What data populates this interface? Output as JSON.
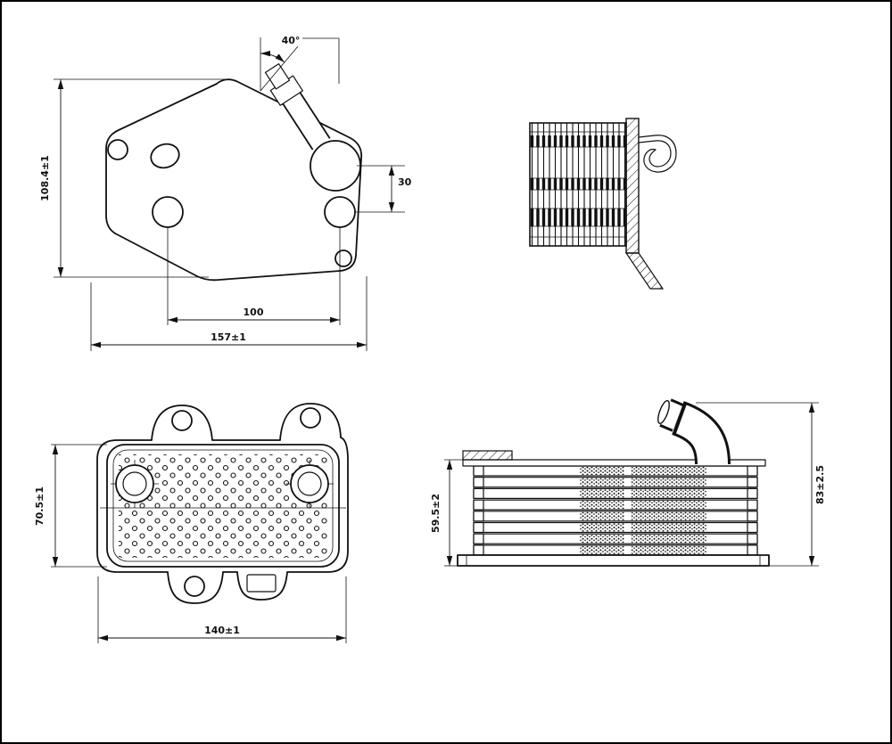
{
  "drawing": {
    "colors": {
      "ink": "#111111",
      "background": "#ffffff"
    },
    "labels": {
      "v1_angle": "40°",
      "v1_height": "108.4±1",
      "v1_port_offset": "30",
      "v1_hole_spacing": "100",
      "v1_width": "157±1",
      "v3_height": "70.5±1",
      "v3_width": "140±1",
      "v4_core_height": "59.5±2",
      "v4_total_height": "83±2.5"
    }
  }
}
